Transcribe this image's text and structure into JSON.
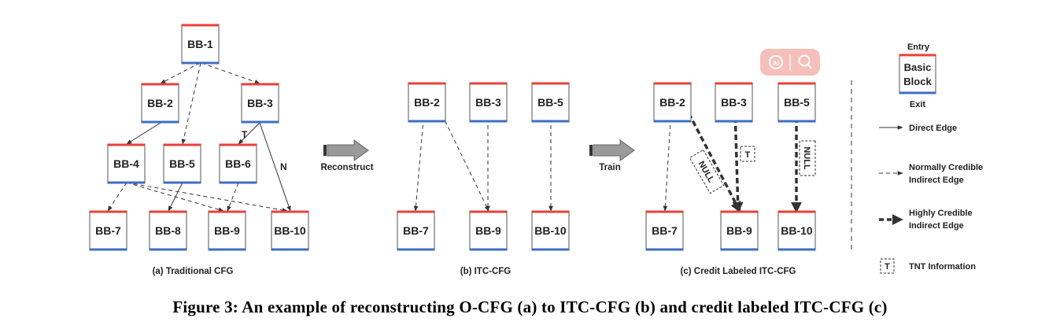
{
  "panels": [
    {
      "id": "a",
      "label": "(a) Traditional CFG"
    },
    {
      "id": "b",
      "label": "(b) ITC-CFG"
    },
    {
      "id": "c",
      "label": "(c) Credit Labeled ITC-CFG"
    }
  ],
  "blocks": {
    "a": [
      "BB-1",
      "BB-2",
      "BB-3",
      "BB-4",
      "BB-5",
      "BB-6",
      "BB-7",
      "BB-8",
      "BB-9",
      "BB-10"
    ],
    "b": [
      "BB-2",
      "BB-3",
      "BB-5",
      "BB-7",
      "BB-9",
      "BB-10"
    ],
    "c": [
      "BB-2",
      "BB-3",
      "BB-5",
      "BB-7",
      "BB-9",
      "BB-10"
    ]
  },
  "edge_labels": {
    "taken": "T",
    "not_taken": "N",
    "null_label": "NULL",
    "tnt_box": "T"
  },
  "arrows": {
    "reconstruct": "Reconstruct",
    "train": "Train"
  },
  "legend": {
    "entry": "Entry",
    "block_line1": "Basic",
    "block_line2": "Block",
    "exit": "Exit",
    "direct": "Direct Edge",
    "normal_line1": "Normally Credible",
    "normal_line2": "Indirect Edge",
    "high_line1": "Highly Credible",
    "high_line2": "Indirect Edge",
    "tnt_symbol": "T",
    "tnt": "TNT Information"
  },
  "caption": "Figure 3: An example of reconstructing O-CFG (a) to ITC-CFG (b) and credit labeled ITC-CFG (c)",
  "colors": {
    "entry": "#e8413a",
    "exit": "#3d6fc0",
    "arrow_fill": "#9a9a9a",
    "badge": "#f5b8b3"
  }
}
